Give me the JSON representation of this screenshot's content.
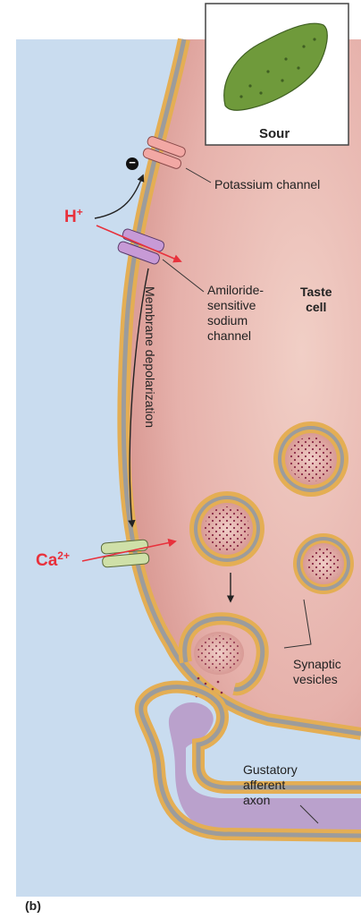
{
  "inset": {
    "label": "Sour"
  },
  "labels": {
    "potassium": "Potassium channel",
    "amiloride": [
      "Amiloride-",
      "sensitive",
      "sodium",
      "channel"
    ],
    "taste_cell": [
      "Taste",
      "cell"
    ],
    "membrane": "Membrane depolarization",
    "synaptic": [
      "Synaptic",
      "vesicles"
    ],
    "gustatory": [
      "Gustatory",
      "afferent",
      "axon"
    ],
    "panel": "(b)"
  },
  "ions": {
    "h_base": "H",
    "h_charge": "+",
    "ca_base": "Ca",
    "ca_charge": "2+",
    "minus": "−"
  },
  "colors": {
    "background": "#c9dcef",
    "cell_fill": "#e9b8b2",
    "membrane_outer": "#e4ae54",
    "membrane_inner": "#9c9c9c",
    "vesicle_dots": "#8a2a46",
    "ion_red": "#e8313c",
    "axon_fill": "#b48ec0"
  }
}
